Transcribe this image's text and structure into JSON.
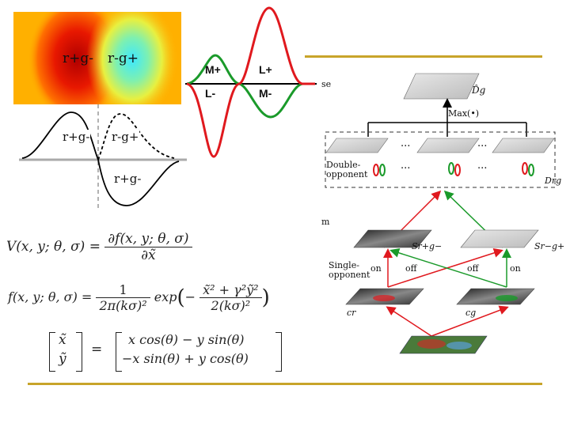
{
  "receptive_field_map": {
    "left_label": "r+g-",
    "right_label": "r-g+"
  },
  "dog_profile": {
    "upper_left": "r+g-",
    "upper_right": "r-g+",
    "lower": "r+g-"
  },
  "cone_profile": {
    "upper_left": "M+",
    "upper_right": "L+",
    "lower_left": "L-",
    "lower_right": "M-"
  },
  "network": {
    "top_map_label": "D̂g",
    "max_label": "Max(•)",
    "double_opponent_label": "Double-\nopponent",
    "ellipsis": "...",
    "drg_label": "Drg",
    "single_opponent_label": "Single-\nopponent",
    "left_map_label": "Sr+g−",
    "right_map_label": "Sr−g+",
    "on": "on",
    "off": "off",
    "cr_label": "cr",
    "cg_label": "cg",
    "cut_text_1": "se",
    "cut_text_2": "m"
  },
  "equations": {
    "eq1_lhs": "V(x, y; θ, σ) =",
    "eq1_num": "∂f(x, y; θ, σ)",
    "eq1_den": "∂x̃",
    "eq2_lhs": "f(x, y; θ, σ) =",
    "eq2_num": "1",
    "eq2_den": "2π(kσ)²",
    "eq2_exp": "exp",
    "eq2_inner_num": "x̃² + γ²ỹ²",
    "eq2_inner_den": "2(kσ)²",
    "eq2_paren_open": "(",
    "eq2_minus": "−",
    "eq2_paren_close": ")",
    "eq3_vec_top": "x̃",
    "eq3_vec_bottom": "ỹ",
    "eq3_eq": "=",
    "eq3_row1": "x cos(θ) − y sin(θ)",
    "eq3_row2": "−x sin(θ) + y cos(θ)"
  },
  "colors": {
    "accent_line": "#c8a42a",
    "red": "#e0191e",
    "green": "#1a9a2a",
    "map_bg": "#ffb000"
  }
}
